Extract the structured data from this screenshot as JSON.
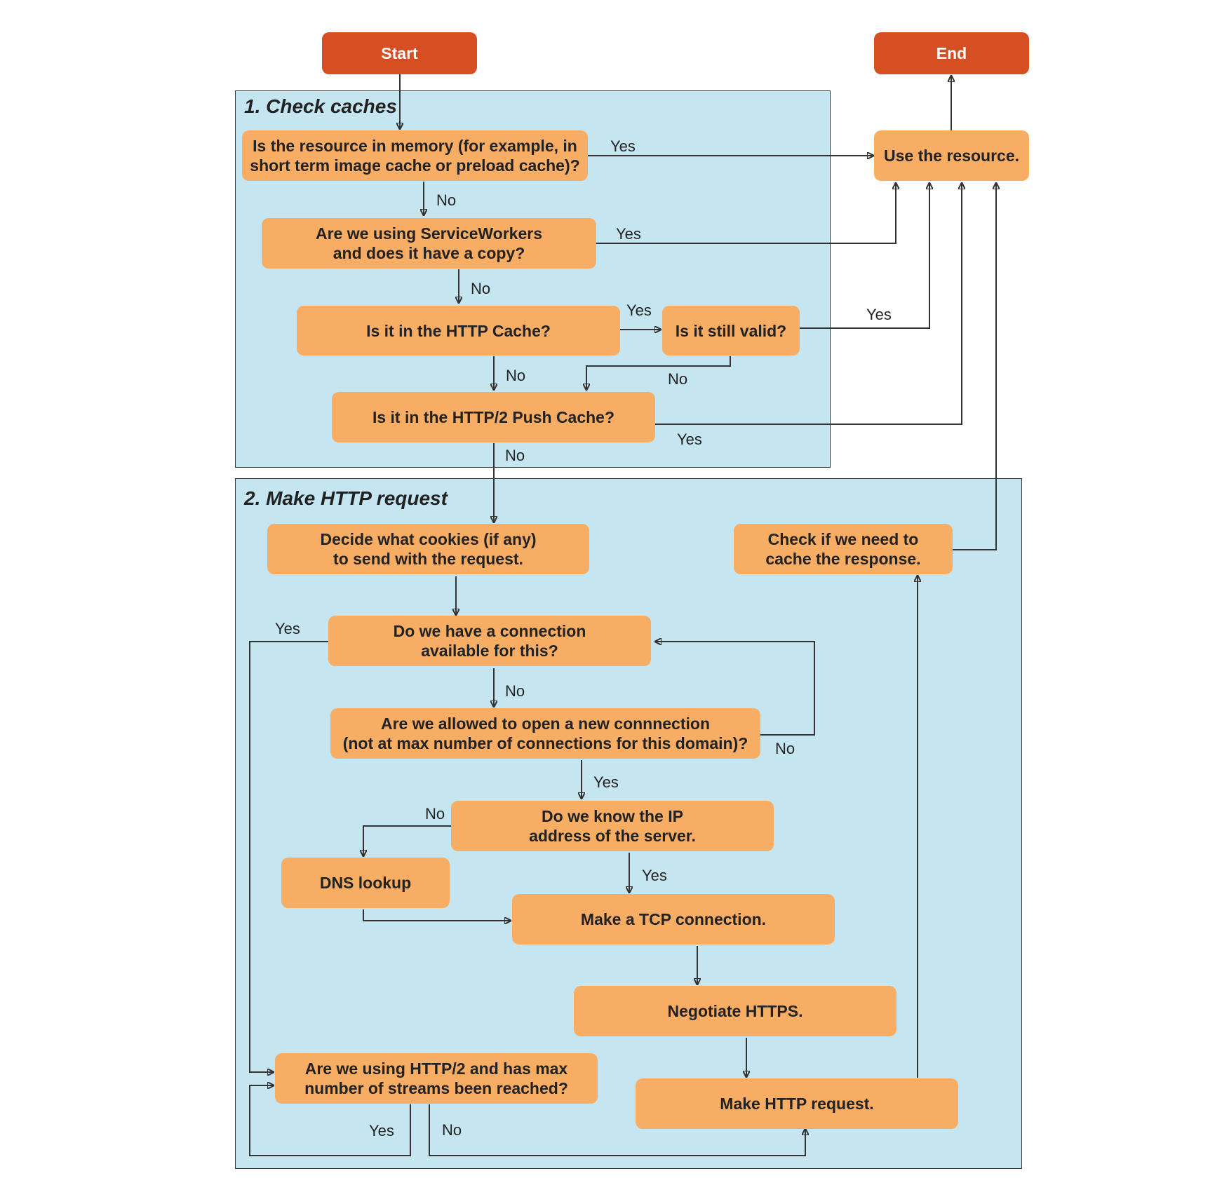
{
  "terminals": {
    "start": "Start",
    "end": "End"
  },
  "sections": {
    "check_caches": "1. Check caches",
    "make_http_request": "2. Make HTTP request"
  },
  "nodes": {
    "in_memory": "Is the resource in memory (for example, in\nshort term image cache or preload cache)?",
    "service_workers": "Are we using ServiceWorkers\nand does it have a copy?",
    "http_cache": "Is it in the HTTP Cache?",
    "still_valid": "Is it still valid?",
    "push_cache": "Is it in the HTTP/2 Push Cache?",
    "use_resource": "Use the resource.",
    "cookies": "Decide what cookies (if any)\nto send with the request.",
    "check_cache_response": "Check if we need to\ncache the response.",
    "have_connection": "Do we have a connection\navailable for this?",
    "allowed_new_connection": "Are we allowed to open a new connnection\n(not at max number of connections for this domain)?",
    "know_ip": "Do we know the IP\naddress of the server.",
    "dns_lookup": "DNS lookup",
    "tcp_connection": "Make a TCP connection.",
    "negotiate_https": "Negotiate HTTPS.",
    "http2_streams": "Are we using HTTP/2 and has max\nnumber of streams been reached?",
    "make_http_request": "Make HTTP request."
  },
  "edge_labels": {
    "memory_yes": "Yes",
    "memory_no": "No",
    "sw_yes": "Yes",
    "sw_no": "No",
    "http_cache_yes": "Yes",
    "http_cache_no": "No",
    "valid_yes": "Yes",
    "valid_no": "No",
    "push_yes": "Yes",
    "push_no": "No",
    "connection_yes": "Yes",
    "connection_no": "No",
    "allowed_no": "No",
    "allowed_yes": "Yes",
    "ip_no": "No",
    "ip_yes": "Yes",
    "streams_yes": "Yes",
    "streams_no": "No"
  },
  "colors": {
    "panel": "#c5e6f1",
    "node": "#f8ad64",
    "terminal": "#d64f23",
    "line": "#333333"
  }
}
